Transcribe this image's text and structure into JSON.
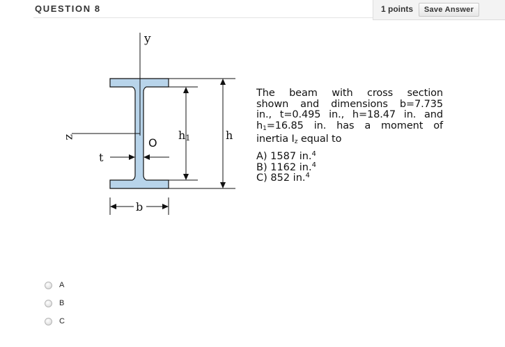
{
  "header": {
    "question_title": "QUESTION 8",
    "points": "1 points",
    "save_label": "Save Answer"
  },
  "diagram_labels": {
    "y_axis": "y",
    "z_axis": "z",
    "origin": "O",
    "h1": "h1",
    "h": "h",
    "t": "t",
    "b": "b"
  },
  "problem": {
    "line1": "The beam with cross section",
    "line2": "shown and dimensions b=7.735",
    "line3": "in., t=0.495 in., h=18.47 in. and",
    "line4_pre": "h",
    "line4_sub": "1",
    "line4_post": "=16.85 in. has a moment of",
    "line5_pre": "inertia I",
    "line5_sub": "z",
    "line5_post": " equal to"
  },
  "answers": [
    {
      "label": "A) 1587 in.",
      "exp": "4"
    },
    {
      "label": "B) 1162 in.",
      "exp": "4"
    },
    {
      "label": "C) 852 in.",
      "exp": "4"
    }
  ],
  "options": [
    {
      "label": "A"
    },
    {
      "label": "B"
    },
    {
      "label": "C"
    }
  ],
  "colors": {
    "beam_fill": "#b8d4ea",
    "line": "#111111"
  }
}
